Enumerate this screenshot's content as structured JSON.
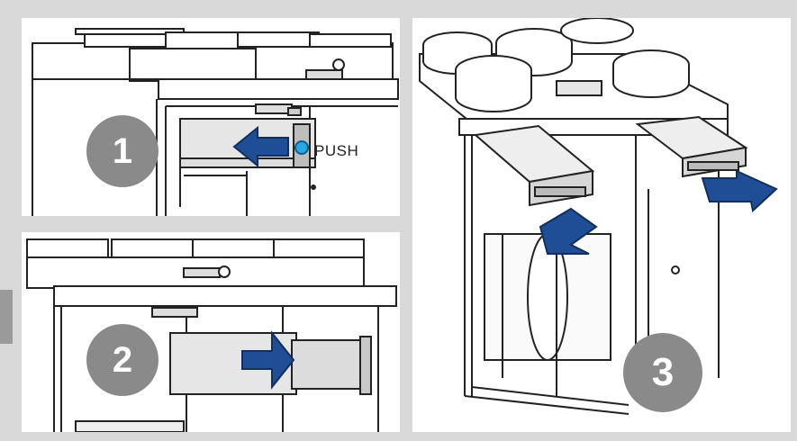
{
  "steps": [
    {
      "number": "1",
      "label": "PUSH"
    },
    {
      "number": "2"
    },
    {
      "number": "3"
    }
  ],
  "colors": {
    "background": "#d9d9d9",
    "badge": "#8a8a8a",
    "arrow": "#1f4e96",
    "button_glow": "#2aa6e0"
  },
  "icons": {
    "push_arrow": "arrow-left-icon",
    "slide_arrow": "arrow-right-icon",
    "pull_arrow": "arrow-down-right-icon"
  }
}
